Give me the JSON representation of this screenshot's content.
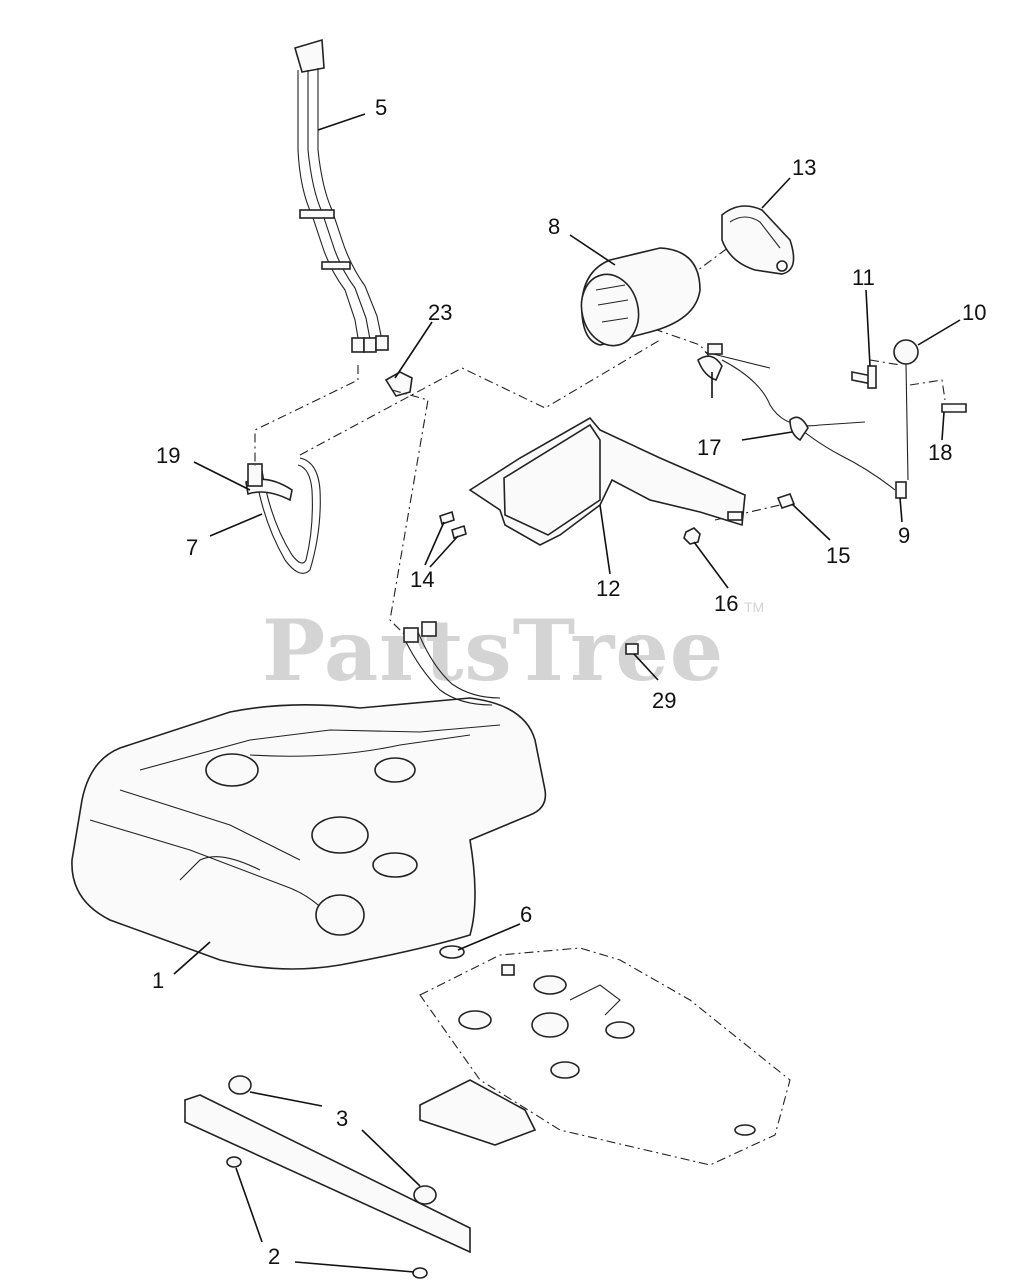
{
  "watermark": {
    "text": "PartsTree",
    "trademark": "TM"
  },
  "callouts": {
    "c1": "1",
    "c2": "2",
    "c3a": "3",
    "c5": "5",
    "c6": "6",
    "c7": "7",
    "c8": "8",
    "c9": "9",
    "c10": "10",
    "c11": "11",
    "c12": "12",
    "c13": "13",
    "c14": "14",
    "c15": "15",
    "c16": "16",
    "c17": "17",
    "c18": "18",
    "c19": "19",
    "c23": "23",
    "c29": "29"
  }
}
